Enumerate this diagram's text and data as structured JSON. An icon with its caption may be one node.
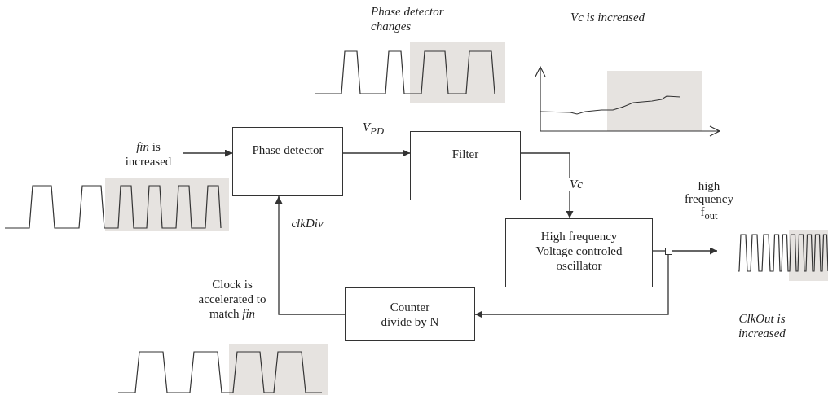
{
  "diagram": {
    "nodes": [
      {
        "text": [
          "Phase detector"
        ]
      },
      {
        "text": [
          "Filter"
        ]
      },
      {
        "text": [
          "High frequency Voltage controled oscillator"
        ]
      },
      {
        "text": [
          "Counter divide by N"
        ]
      },
      {
        "text": [
          "*fin* is increased"
        ]
      },
      {
        "text": [],
        "shape": "box"
      },
      {
        "text": [],
        "shape": "picture"
      }
    ],
    "edges": [
      {
        "from": 4,
        "to": 0,
        "arrow": "to"
      },
      {
        "from": 0,
        "to": 1,
        "arrow": "to",
        "label": "V$_{PD}$"
      },
      {
        "from": 1,
        "to": 2,
        "arrow": "to",
        "label": "Vc"
      },
      {
        "from": 2,
        "to": 5,
        "arrow": "none"
      },
      {
        "from": 5,
        "to": 6,
        "arrow": "to",
        "label": "high frequency f$_{out}$"
      },
      {
        "from": 5,
        "to": 3,
        "arrow": "to"
      },
      {
        "from": 3,
        "to": 0,
        "arrow": "to",
        "label": "clkDiv"
      }
    ],
    "labels": [
      "Phase detector changes",
      "Vc is increased",
      "Clock is accelerated to match *fin*",
      "ClkOut is increased"
    ]
  }
}
